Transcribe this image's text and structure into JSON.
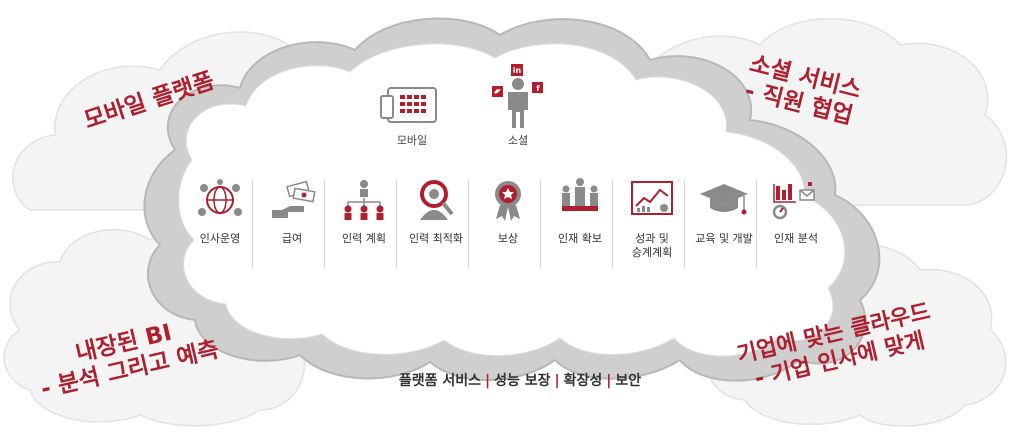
{
  "callouts": {
    "top_left": [
      "모바일 플랫폼"
    ],
    "top_right": [
      "소셜 서비스",
      "- 직원 협업"
    ],
    "bottom_left": [
      "내장된 BI",
      "- 분석 그리고 예측"
    ],
    "bottom_right": [
      "기업에 맞는 클라우드",
      "- 기업 인사에 맞게"
    ]
  },
  "top_features": [
    {
      "label": "모바일",
      "icon": "tablet-icon"
    },
    {
      "label": "소셜",
      "icon": "social-person-icon",
      "badges": [
        "in",
        "f"
      ]
    }
  ],
  "modules": [
    {
      "label": "인사운영",
      "icon": "network-globe-icon"
    },
    {
      "label": "급여",
      "icon": "money-hand-icon"
    },
    {
      "label": "인력 계획",
      "icon": "org-chart-icon"
    },
    {
      "label": "인력 최적화",
      "icon": "magnifier-person-icon"
    },
    {
      "label": "보상",
      "icon": "award-star-icon"
    },
    {
      "label": "인재 확보",
      "icon": "people-group-icon"
    },
    {
      "label": "성과 및\n승계계획",
      "icon": "performance-chart-icon"
    },
    {
      "label": "교육 및 개발",
      "icon": "graduation-cap-icon"
    },
    {
      "label": "인재 분석",
      "icon": "analytics-icon"
    }
  ],
  "footer": [
    "플랫폼 서비스",
    "성능 보장",
    "확장성",
    "보안"
  ],
  "colors": {
    "accent": "#b01f2e",
    "cloud_fill": "#f3f3f3",
    "cloud_ring": "#c8c8c8",
    "icon_gray": "#8a8a8a"
  }
}
